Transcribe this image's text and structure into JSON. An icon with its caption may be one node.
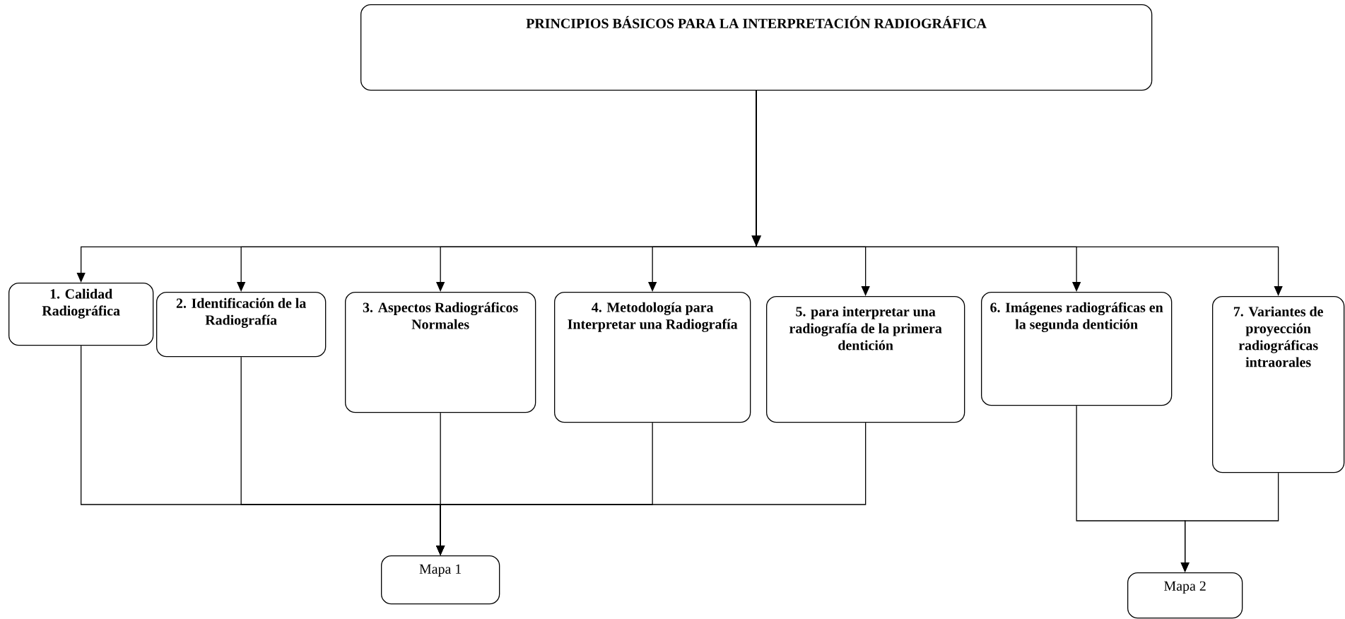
{
  "diagram": {
    "nodes": [
      {
        "text": [
          "PRINCIPIOS BÁSICOS PARA LA INTERPRETACIÓN RADIOGRÁFICA"
        ]
      },
      {
        "text": [
          "1. Calidad Radiográfica"
        ]
      },
      {
        "text": [
          "2. Identificación de la Radiografía"
        ]
      },
      {
        "text": [
          "3. Aspectos Radiográficos Normales"
        ]
      },
      {
        "text": [
          "4. Metodología para Interpretar una Radiografía"
        ]
      },
      {
        "text": [
          "5. para interpretar una radiografía de la primera dentición"
        ]
      },
      {
        "text": [
          "6. Imágenes radiográficas en la segunda dentición"
        ]
      },
      {
        "text": [
          "7. Variantes de proyección radiográficas intraorales"
        ]
      },
      {
        "text": [
          "Mapa  1"
        ]
      },
      {
        "text": [
          "Mapa  2"
        ]
      }
    ],
    "edges": [
      {
        "from": 0,
        "to": 1,
        "arrow": "to"
      },
      {
        "from": 0,
        "to": 2,
        "arrow": "to"
      },
      {
        "from": 0,
        "to": 3,
        "arrow": "to"
      },
      {
        "from": 0,
        "to": 4,
        "arrow": "to"
      },
      {
        "from": 0,
        "to": 5,
        "arrow": "to"
      },
      {
        "from": 0,
        "to": 6,
        "arrow": "to"
      },
      {
        "from": 0,
        "to": 7,
        "arrow": "to"
      },
      {
        "from": 1,
        "to": 8,
        "arrow": "to"
      },
      {
        "from": 2,
        "to": 8,
        "arrow": "to"
      },
      {
        "from": 3,
        "to": 8,
        "arrow": "to"
      },
      {
        "from": 4,
        "to": 8,
        "arrow": "to"
      },
      {
        "from": 5,
        "to": 8,
        "arrow": "to"
      },
      {
        "from": 6,
        "to": 9,
        "arrow": "to"
      },
      {
        "from": 7,
        "to": 9,
        "arrow": "to"
      }
    ]
  }
}
